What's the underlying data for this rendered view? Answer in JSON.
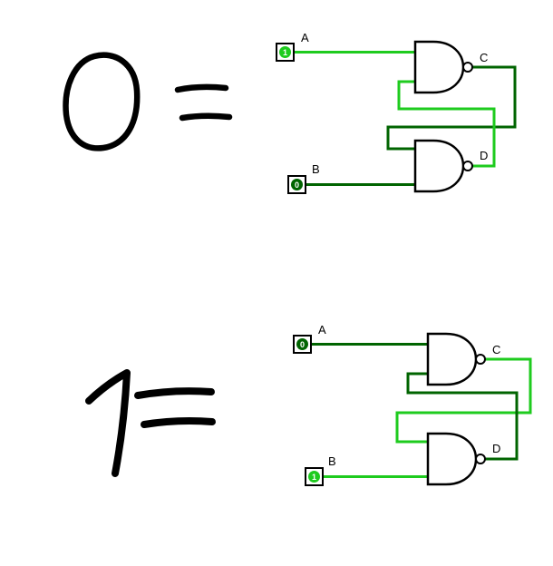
{
  "colors": {
    "on": "#1ecb1e",
    "off": "#006400",
    "ink": "#000000"
  },
  "annotations": {
    "top_left": "0 =",
    "bottom_left": "1 ="
  },
  "circuits": [
    {
      "title": "nand-sr-latch-output-0",
      "inputs": [
        {
          "label": "A",
          "value": "1"
        },
        {
          "label": "B",
          "value": "0"
        }
      ],
      "outputs": [
        {
          "label": "C"
        },
        {
          "label": "D"
        }
      ]
    },
    {
      "title": "nand-sr-latch-output-1",
      "inputs": [
        {
          "label": "A",
          "value": "0"
        },
        {
          "label": "B",
          "value": "1"
        }
      ],
      "outputs": [
        {
          "label": "C"
        },
        {
          "label": "D"
        }
      ]
    }
  ]
}
